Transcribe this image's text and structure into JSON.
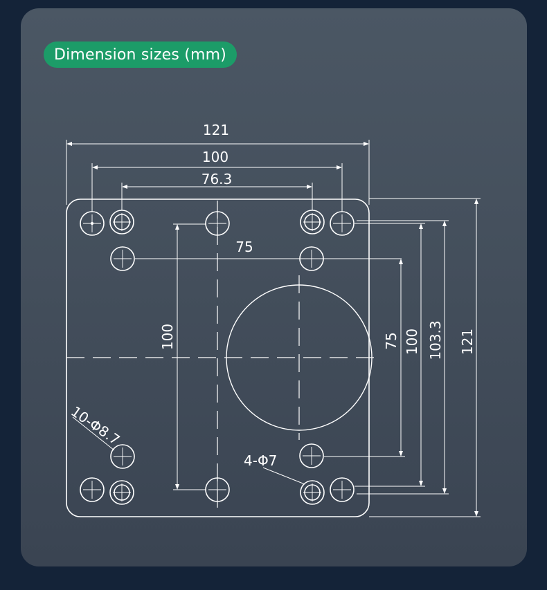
{
  "header": {
    "title": "Dimension sizes (mm)"
  },
  "drawing": {
    "dimensions": {
      "overall_width": "121",
      "hole_spacing_width": "100",
      "inner_spacing_width": "76.3",
      "inner_center_width": "75",
      "left_height": "100",
      "right_height_75": "75",
      "right_height_100": "100",
      "right_height_103": "103.3",
      "right_height_121": "121"
    },
    "callouts": {
      "outer_holes": "10-Φ8.7",
      "inner_holes": "4-Φ7"
    }
  },
  "colors": {
    "background": "#142338",
    "card": "#465260",
    "badge": "#1c9c68",
    "line": "#ffffff"
  }
}
